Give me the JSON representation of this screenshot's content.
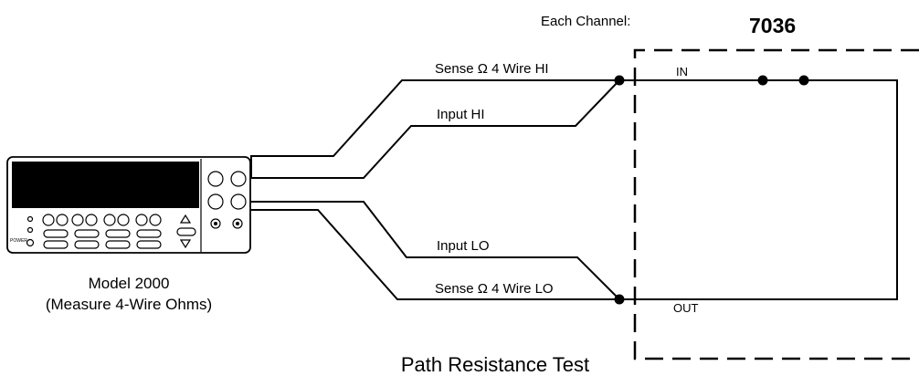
{
  "header": {
    "each_channel": "Each Channel:",
    "card_model": "7036"
  },
  "wires": {
    "sense_hi": "Sense Ω 4 Wire HI",
    "input_hi": "Input HI",
    "input_lo": "Input LO",
    "sense_lo": "Sense Ω 4 Wire LO"
  },
  "channel": {
    "in_label": "IN",
    "out_label": "OUT"
  },
  "instrument": {
    "model": "Model 2000",
    "function": "(Measure 4-Wire Ohms)",
    "power_label": "POWER"
  },
  "caption": "Path Resistance Test"
}
